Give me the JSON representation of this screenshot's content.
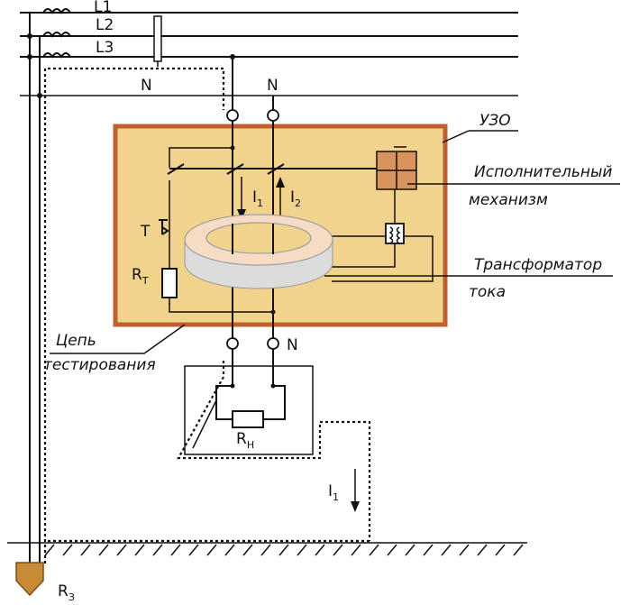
{
  "lines": {
    "l1": "L1",
    "l2": "L2",
    "l3": "L3",
    "n_bus": "N",
    "n_top": "N",
    "n_bottom": "N"
  },
  "device": {
    "title": "УЗО",
    "actuator_line1": "Исполнительный",
    "actuator_line2": "механизм",
    "transformer_line1": "Трансформатор",
    "transformer_line2": "тока",
    "test_button": "T",
    "resistor_main": "R",
    "resistor_sub": "T"
  },
  "currents": {
    "i1_main": "I",
    "i1_sub": "1",
    "i2_main": "I",
    "i2_sub": "2",
    "leak_main": "I",
    "leak_sub": "1"
  },
  "test_circuit": {
    "line1": "Цепь",
    "line2": "тестирования"
  },
  "load": {
    "main": "R",
    "sub": "Н"
  },
  "ground": {
    "main": "R",
    "sub": "З"
  },
  "colors": {
    "device_fill": "#f2d38e",
    "device_border": "#c0602e",
    "actuator_fill": "#d9935c",
    "ring_top": "#f6dcc4",
    "ring_side": "#dcdcdc"
  }
}
